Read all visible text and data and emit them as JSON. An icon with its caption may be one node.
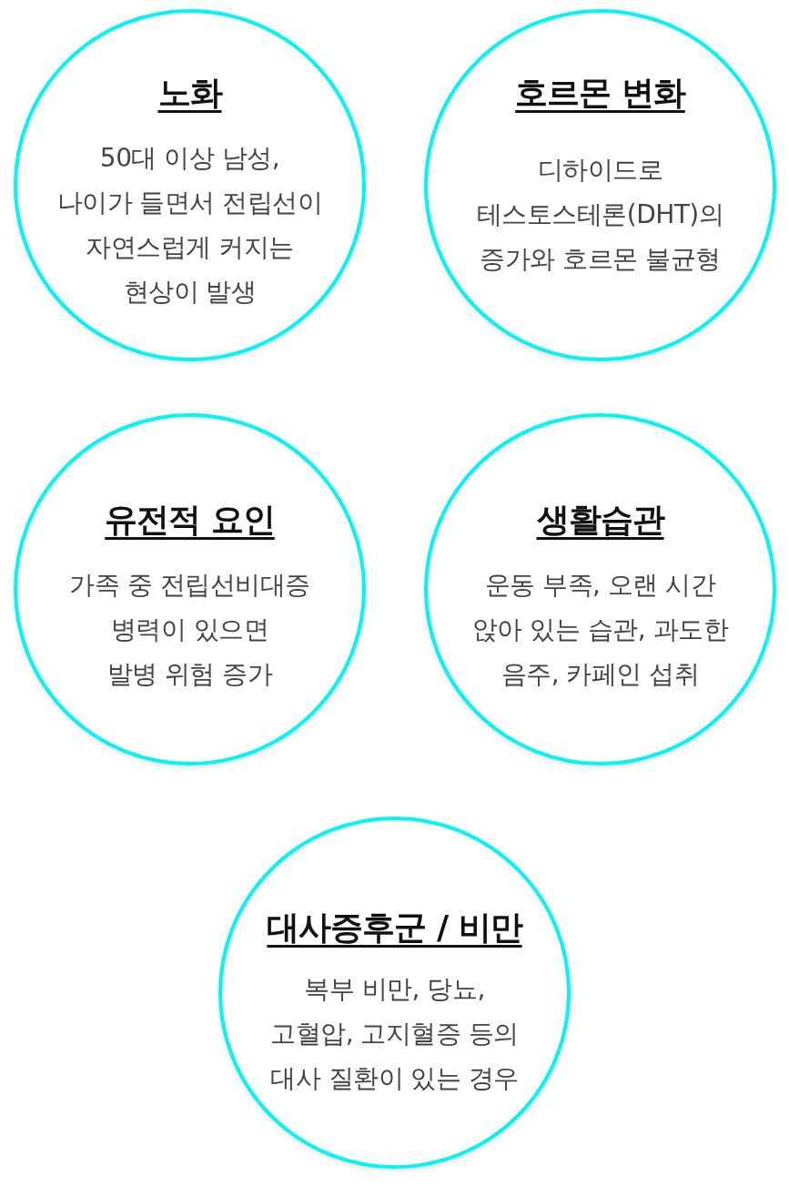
{
  "diagram": {
    "nodes": [
      {
        "text": [
          "노화",
          "50대 이상 남성, 나이가 들면서 전립선이 자연스럽게 커지는 현상이 발생"
        ]
      },
      {
        "text": [
          "호르몬 변화",
          "디하이드로 테스토스테론(DHT)의 증가와 호르몬 불균형"
        ]
      },
      {
        "text": [
          "유전적 요인",
          "가족 중 전립선비대증 병력이 있으면 발병 위험 증가"
        ]
      },
      {
        "text": [
          "생활습관",
          "운동 부족, 오랜 시간 앉아 있는 습관, 과도한 음주, 카페인 섭취"
        ]
      },
      {
        "text": [
          "대사증후군 / 비만",
          "복부 비만, 당뇨, 고혈압, 고지혈증 등의 대사 질환이 있는 경우"
        ]
      }
    ]
  }
}
